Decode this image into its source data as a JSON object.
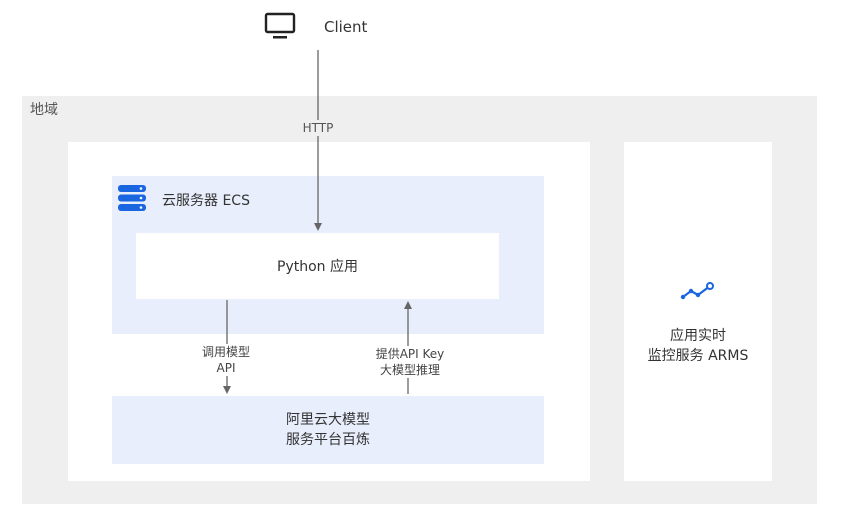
{
  "client": {
    "label": "Client",
    "icon": "monitor-icon"
  },
  "region": {
    "label": "地域"
  },
  "ecs": {
    "label": "云服务器 ECS",
    "icon": "server-icon",
    "accent": "#1a66e0"
  },
  "python_app": {
    "label": "Python 应用"
  },
  "bailian": {
    "line1": "阿里云大模型",
    "line2": "服务平台百炼"
  },
  "arms": {
    "line1": "应用实时",
    "line2": "监控服务 ARMS",
    "icon": "trend-line-icon"
  },
  "connections": {
    "http": "HTTP",
    "call_line1": "调用模型",
    "call_line2": "API",
    "provide_line1": "提供API Key",
    "provide_line2": "大模型推理"
  },
  "colors": {
    "region_bg": "#efefef",
    "box_bg": "#e8eefb",
    "arrow": "#666666"
  }
}
